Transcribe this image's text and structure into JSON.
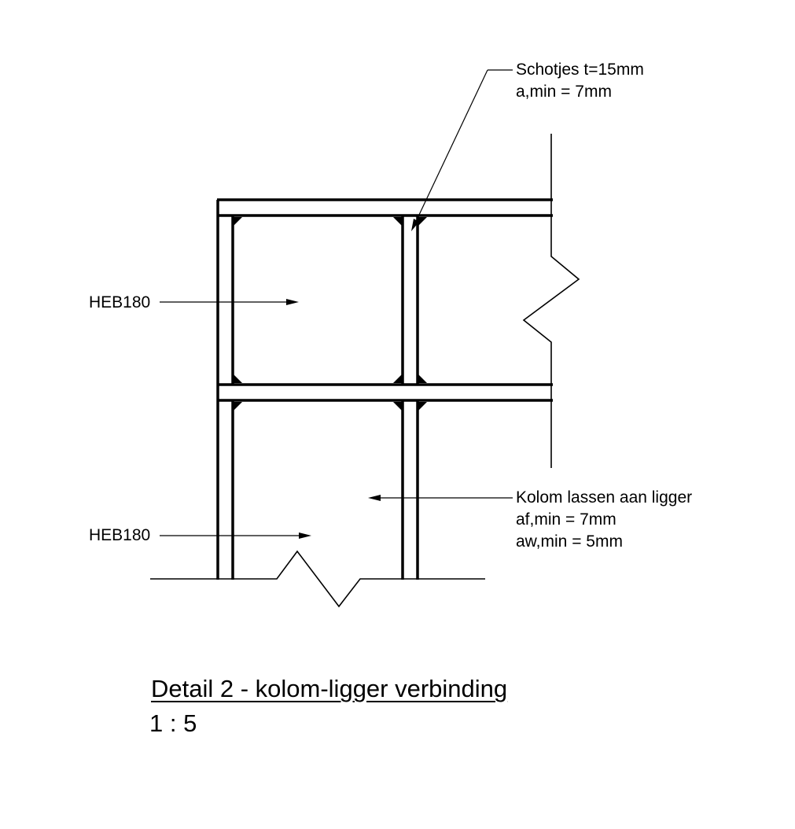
{
  "callouts": {
    "schotjes": {
      "line1": "Schotjes t=15mm",
      "line2": "a,min = 7mm"
    },
    "kolom": {
      "line1": "Kolom lassen aan ligger",
      "line2": "af,min = 7mm",
      "line3": "aw,min = 5mm"
    }
  },
  "labels": {
    "beam": "HEB180",
    "column": "HEB180"
  },
  "title": {
    "text": "Detail 2 - kolom-ligger verbinding",
    "scale": "1 : 5"
  },
  "colors": {
    "line": "#000000",
    "background": "#ffffff"
  }
}
